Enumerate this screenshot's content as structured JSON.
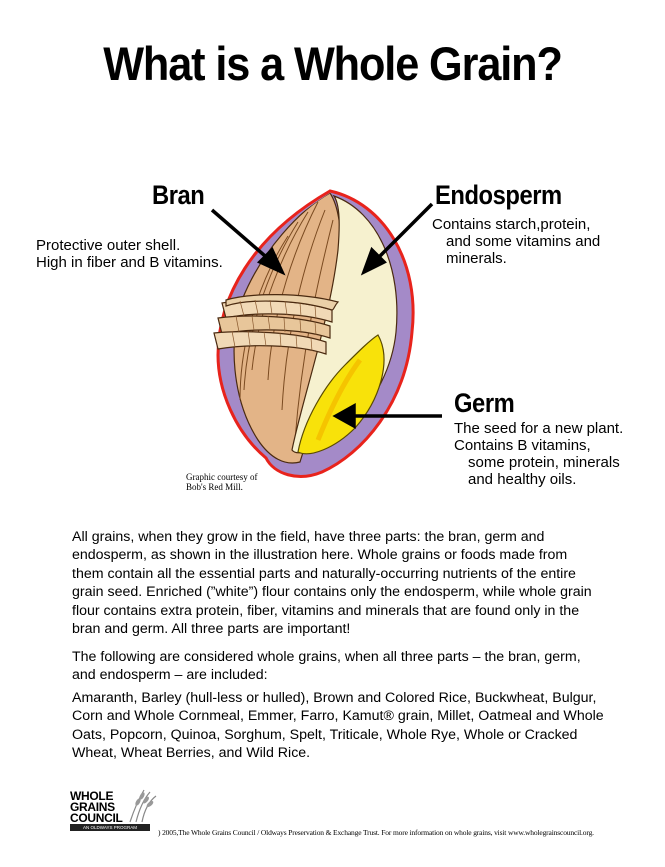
{
  "title": "What is a Whole Grain?",
  "parts": {
    "bran": {
      "heading": "Bran",
      "desc": [
        "Protective outer shell.",
        "High in fiber and B vitamins."
      ]
    },
    "endosperm": {
      "heading": "Endosperm",
      "desc": [
        "Contains starch,protein,",
        "and some vitamins and",
        "minerals."
      ]
    },
    "germ": {
      "heading": "Germ",
      "desc": [
        "The seed for a new plant.",
        "Contains B vitamins,",
        "some protein, minerals",
        "and healthy oils."
      ]
    }
  },
  "credit": [
    "Graphic courtesy of",
    "Bob's Red Mill."
  ],
  "paragraphs": [
    [
      "All grains, when they grow in the field, have three parts: the bran, germ and",
      "endosperm, as shown in the illustration here.  Whole grains or foods made from",
      "them contain all the essential parts and naturally-occurring nutrients of the entire",
      "grain seed.   Enriched (”white”) flour contains only the endosperm, while whole grain",
      "flour contains extra protein, fiber, vitamins and minerals that are found only in the",
      "bran and germ.  All three parts are important!"
    ],
    [
      "The following are considered whole grains, when all three parts – the bran, germ,",
      "and endosperm – are included:"
    ],
    [
      "Amaranth, Barley (hull-less or hulled), Brown and Colored Rice, Buckwheat, Bulgur,",
      "Corn and Whole Cornmeal, Emmer, Farro, Kamut® grain, Millet, Oatmeal and Whole",
      "Oats, Popcorn, Quinoa, Sorghum, Spelt, Triticale, Whole Rye, Whole or Cracked",
      "Wheat, Wheat Berries, and Wild Rice."
    ]
  ],
  "logo": {
    "lines": [
      "WHOLE",
      "GRAINS",
      "COUNCIL"
    ],
    "subtitle": "AN OLDWAYS PROGRAM",
    "icon": "wheat-stalk-icon"
  },
  "footer": ") 2005,The Whole Grains Council / Oldways Preservation & Exchange Trust. For more information on whole grains, visit www.wholegrainscouncil.org.",
  "colors": {
    "outline_red": "#e8231c",
    "shell_purple": "#a48ac8",
    "bran_tan": "#e3b487",
    "endosperm_cream": "#f6f1cf",
    "germ_yellow": "#f8e20a"
  }
}
